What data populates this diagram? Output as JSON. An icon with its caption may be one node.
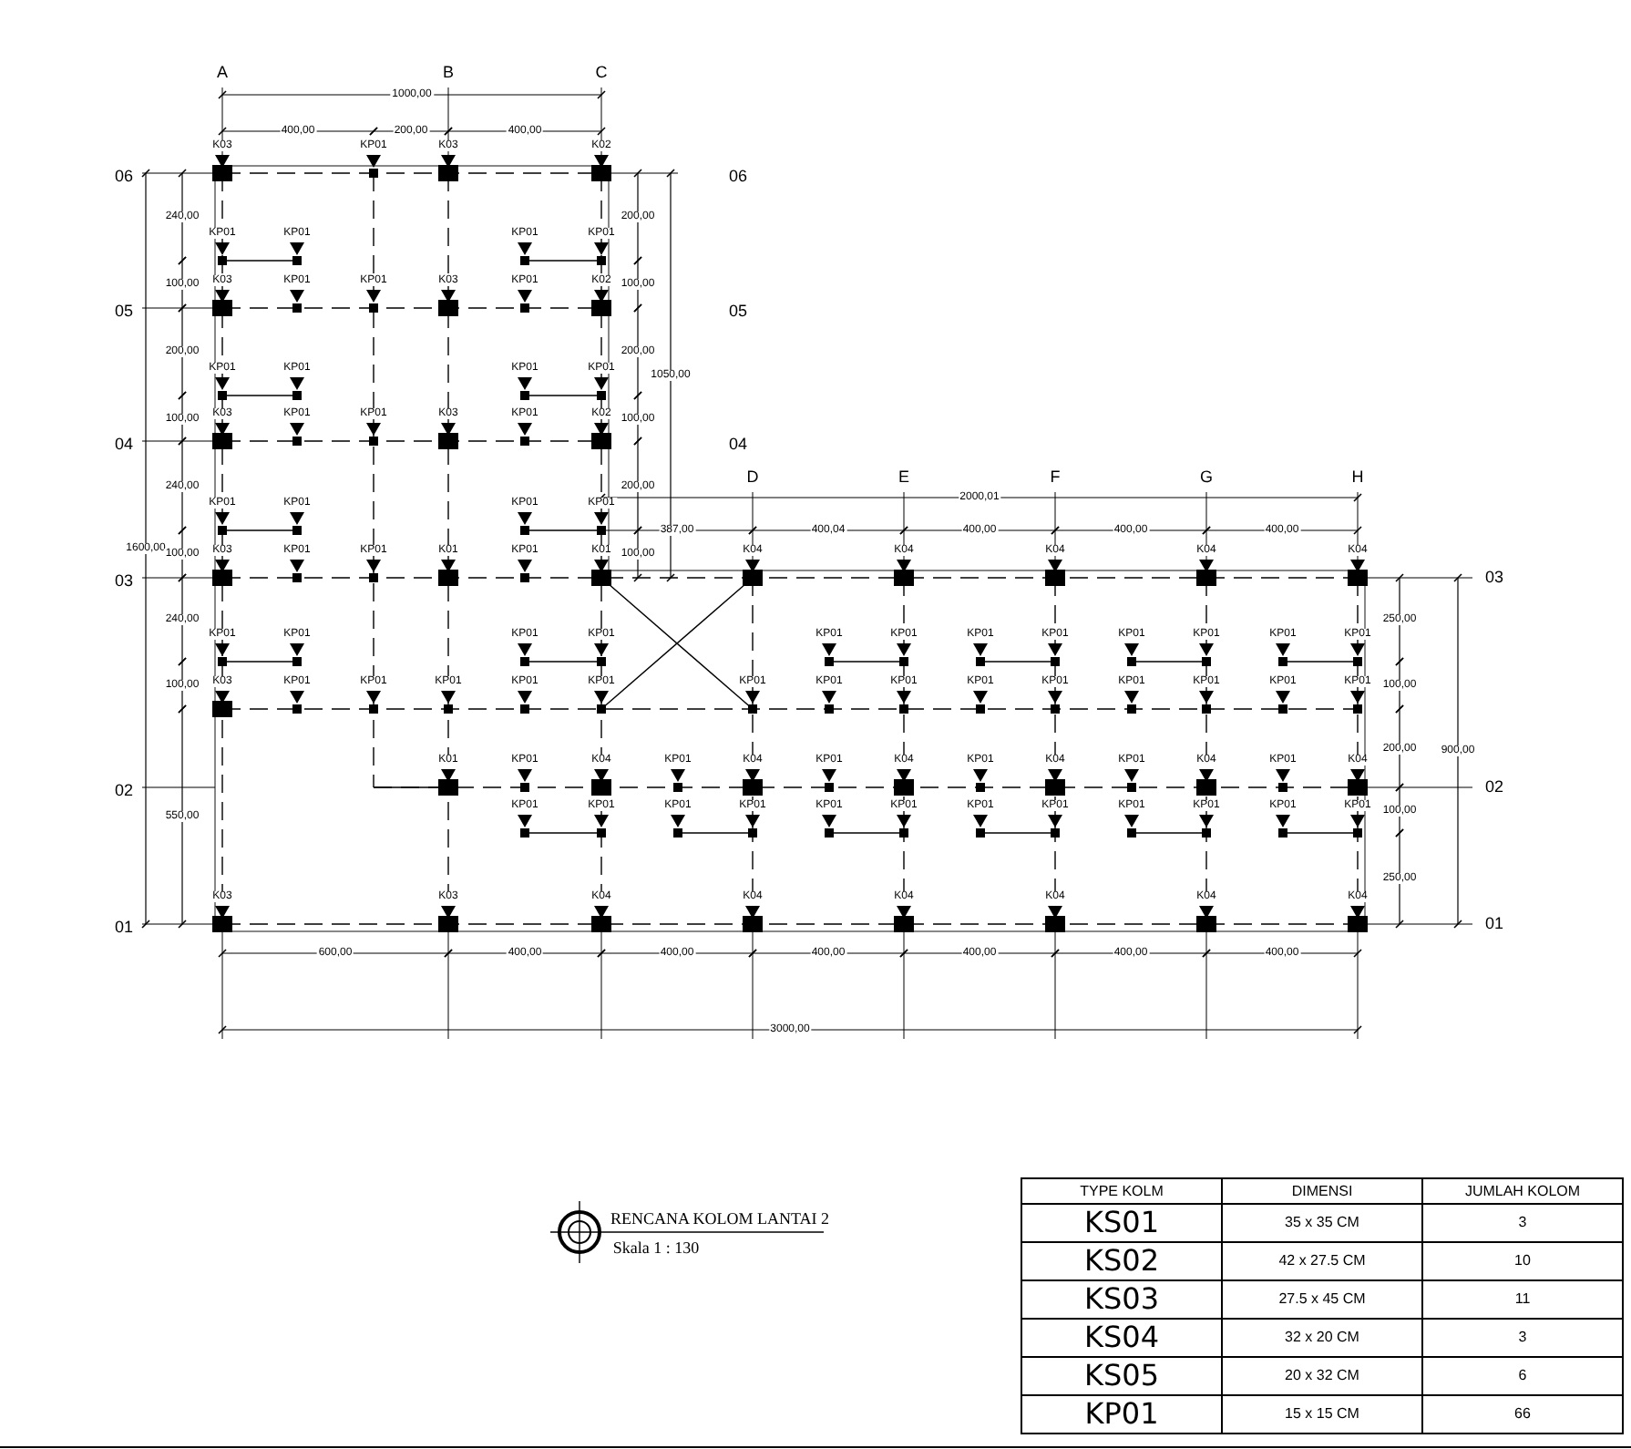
{
  "diagram": {
    "title": "RENCANA KOLOM LANTAI 2",
    "labels": [
      "A",
      "B",
      "C",
      "D",
      "E",
      "F",
      "G",
      "H",
      "06",
      "05",
      "04",
      "03",
      "02",
      "01",
      "06",
      "05",
      "04",
      "03",
      "02",
      "01",
      "1000,00",
      "400,00",
      "200,00",
      "400,00",
      "1600,00",
      "240,00",
      "100,00",
      "200,00",
      "100,00",
      "240,00",
      "100,00",
      "240,00",
      "100,00",
      "550,00",
      "200,00",
      "100,00",
      "200,00",
      "100,00",
      "200,00",
      "100,00",
      "1050,00",
      "2000,01",
      "387,00",
      "400,04",
      "400,00",
      "400,00",
      "400,00",
      "250,00",
      "100,00",
      "200,00",
      "100,00",
      "250,00",
      "900,00",
      "600,00",
      "400,00",
      "400,00",
      "400,00",
      "400,00",
      "400,00",
      "400,00",
      "3000,00",
      "K03",
      "KP01",
      "K03",
      "K02",
      "KP01",
      "KP01",
      "KP01",
      "KP01",
      "K03",
      "KP01",
      "KP01",
      "K03",
      "KP01",
      "K02",
      "KP01",
      "KP01",
      "KP01",
      "KP01",
      "K03",
      "KP01",
      "KP01",
      "K03",
      "KP01",
      "K02",
      "KP01",
      "KP01",
      "KP01",
      "KP01",
      "K03",
      "KP01",
      "KP01",
      "K01",
      "KP01",
      "K01",
      "K04",
      "K04",
      "K04",
      "K04",
      "K04",
      "KP01",
      "KP01",
      "KP01",
      "KP01",
      "KP01",
      "KP01",
      "KP01",
      "KP01",
      "KP01",
      "KP01",
      "KP01",
      "KP01",
      "K03",
      "KP01",
      "KP01",
      "KP01",
      "KP01",
      "KP01",
      "KP01",
      "KP01",
      "KP01",
      "KP01",
      "KP01",
      "KP01",
      "KP01",
      "KP01",
      "KP01",
      "K01",
      "KP01",
      "K04",
      "KP01",
      "K04",
      "KP01",
      "K04",
      "KP01",
      "K04",
      "KP01",
      "K04",
      "KP01",
      "K04",
      "KP01",
      "KP01",
      "KP01",
      "KP01",
      "KP01",
      "KP01",
      "KP01",
      "KP01",
      "KP01",
      "KP01",
      "KP01",
      "KP01",
      "K03",
      "K03",
      "K04",
      "K04",
      "K04",
      "K04",
      "K04",
      "K04",
      "Skala 1 : 130",
      "TYPE KOLM",
      "DIMENSI",
      "JUMLAH KOLOM",
      "KS01",
      "35 x 35 CM",
      "3",
      "KS02",
      "42 x 27.5 CM",
      "10",
      "KS03",
      "27.5 x 45 CM",
      "11",
      "KS04",
      "32 x 20 CM",
      "3",
      "KS05",
      "20 x 32 CM",
      "6",
      "KP01",
      "15 x 15 CM",
      "66"
    ]
  }
}
